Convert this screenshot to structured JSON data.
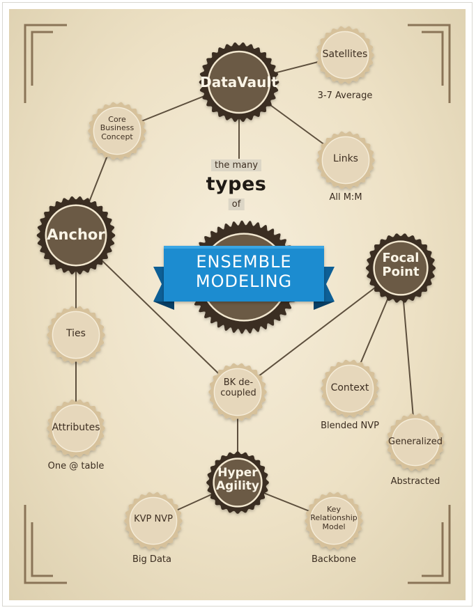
{
  "nodes": {
    "datavault": "DataVault",
    "satellites": "Satellites",
    "core_business_concept": "Core Business Concept",
    "links": "Links",
    "anchor": "Anchor",
    "focal_point": "Focal Point",
    "ties": "Ties",
    "attributes": "Attributes",
    "bk_decoupled": "BK de- coupled",
    "context": "Context",
    "generalized": "Generalized",
    "hyper_agility": "Hyper Agility",
    "kvp_nvp": "KVP NVP",
    "key_relationship_model": "Key Relationship Model",
    "center": "ENSEMBLE MODELING"
  },
  "captions": {
    "satellites": "3-7 Average",
    "links": "All M:M",
    "attributes": "One @ table",
    "context": "Blended NVP",
    "generalized": "Abstracted",
    "kvp_nvp": "Big Data",
    "key_relationship_model": "Backbone"
  },
  "title": {
    "the_many": "the many",
    "types": "types",
    "of": "of"
  },
  "colors": {
    "dark_fill": "#6b5a45",
    "dark_ring": "#3a2d20",
    "light_fill": "#e6d7bb",
    "light_ring": "#d6c19b",
    "line": "#5d4f3d",
    "banner": "#1a8cd0",
    "banner_dark": "#0d5f96"
  }
}
